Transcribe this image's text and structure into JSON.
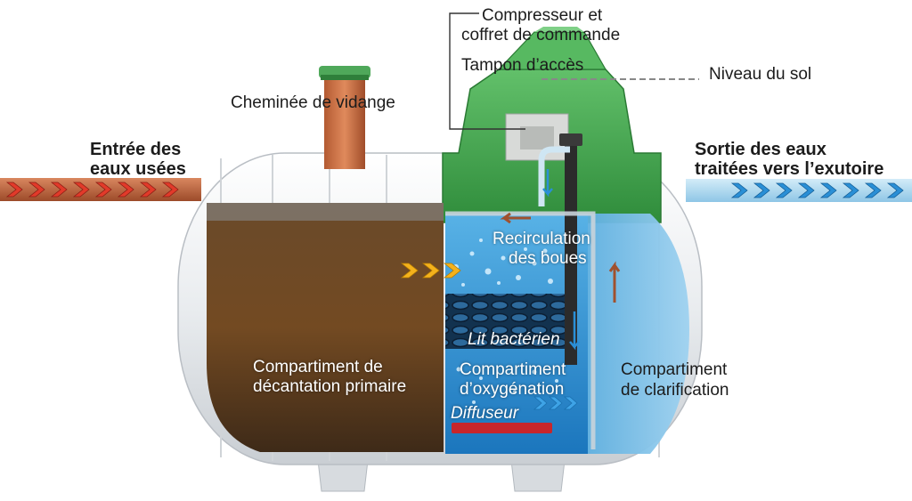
{
  "labels": {
    "compressor_line1": "Compresseur et",
    "compressor_line2": "coffret de commande",
    "access_cover": "Tampon d’accès",
    "ground_level": "Niveau du sol",
    "drain_chimney": "Cheminée de vidange",
    "inlet_line1": "Entrée des",
    "inlet_line2": "eaux usées",
    "outlet_line1": "Sortie des eaux",
    "outlet_line2": "traitées vers l’exutoire",
    "sludge_line1": "Recirculation",
    "sludge_line2": "des boues",
    "bacteria_bed": "Lit bactérien",
    "oxygen_line1": "Compartiment",
    "oxygen_line2": "d’oxygénation",
    "diffuser": "Diffuseur",
    "primary_line1": "Compartiment de",
    "primary_line2": "décantation primaire",
    "clarif_line1": "Compartiment",
    "clarif_line2": "de clarification"
  },
  "icons": {
    "inlet_arrows": "chevron-right-icon",
    "outlet_arrows": "chevron-right-icon",
    "flow_arrows": "chevron-right-icon"
  },
  "colors": {
    "tank_body": "#eef0f2",
    "cover_green": "#3fa34d",
    "inlet_pipe": "#c0643c",
    "inlet_chevron": "#e23a2a",
    "outlet_pipe": "#a9d6ef",
    "outlet_chevron": "#2a8fd6",
    "sludge": "#6b4320",
    "aeration_water": "#2c8fd0",
    "clarif_water": "#7ec0e8",
    "flow_chevron": "#f4b21c",
    "diffuser": "#c8262b"
  }
}
